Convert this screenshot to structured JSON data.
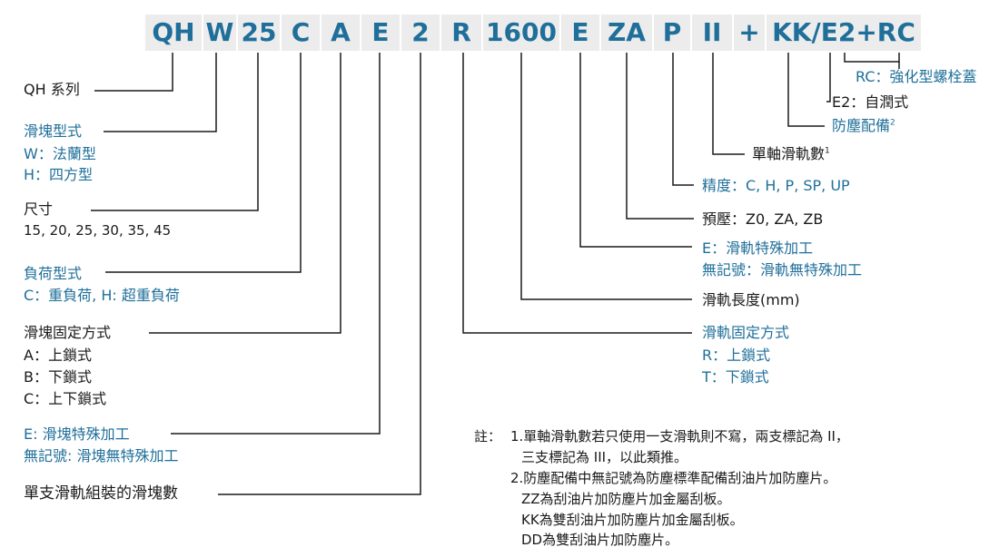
{
  "code_segments": [
    "QH",
    "W",
    "25",
    "C",
    "A",
    "E",
    "2",
    "R",
    "1600",
    "E",
    "ZA",
    "P",
    "II",
    "+",
    "KK/E2+RC"
  ],
  "colors": {
    "code_text": "#1f6f9a",
    "code_bg": "#ececec",
    "line": "#1a1a1a",
    "dark_text": "#1a1a1a",
    "blue_text": "#1f6f9a"
  },
  "left": {
    "series": "QH 系列",
    "block_type_title": "滑塊型式",
    "block_type_w": "W：法蘭型",
    "block_type_h": "H：四方型",
    "size_title": "尺寸",
    "size_values": "15, 20, 25, 30, 35, 45",
    "load_title": "負荷型式",
    "load_values": "C：重負荷, H: 超重負荷",
    "mount_title": "滑塊固定方式",
    "mount_a": "A：上鎖式",
    "mount_b": "B：下鎖式",
    "mount_c": "C：上下鎖式",
    "special_e": "E: 滑塊特殊加工",
    "special_none": "無記號: 滑塊無特殊加工",
    "block_count": "單支滑軌組裝的滑塊數"
  },
  "right": {
    "rc": "RC：強化型螺栓蓋",
    "e2": "E2：自潤式",
    "dust": "防塵配備",
    "dust_sup": "2",
    "rail_count": "單軸滑軌數",
    "rail_count_sup": "1",
    "precision": "精度：C, H, P, SP, UP",
    "preload": "預壓：Z0, ZA, ZB",
    "rail_special_e": "E：滑軌特殊加工",
    "rail_special_none": "無記號：滑軌無特殊加工",
    "rail_length": "滑軌長度(mm)",
    "rail_mount_title": "滑軌固定方式",
    "rail_mount_r": "R：上鎖式",
    "rail_mount_t": "T：下鎖式"
  },
  "notes": {
    "prefix": "註：",
    "n1a": "1.單軸滑軌數若只使用一支滑軌則不寫，兩支標記為 II，",
    "n1b": "三支標記為 III，以此類推。",
    "n2a": "2.防塵配備中無記號為防塵標準配備刮油片加防塵片。",
    "n2b": "ZZ為刮油片加防塵片加金屬刮板。",
    "n2c": "KK為雙刮油片加防塵片加金屬刮板。",
    "n2d": "DD為雙刮油片加防塵片。"
  }
}
